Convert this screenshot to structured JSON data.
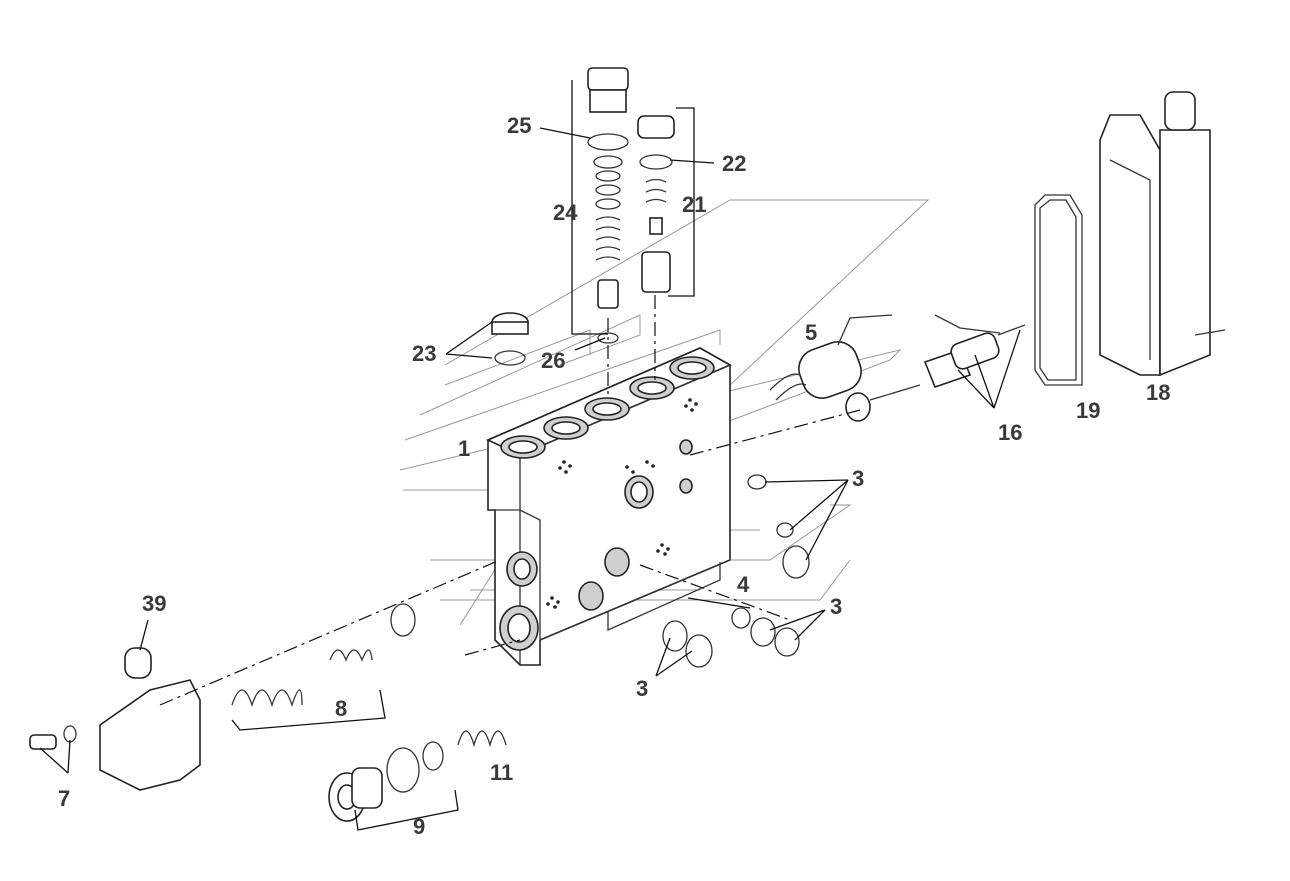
{
  "callouts": {
    "c1": "1",
    "c3a": "3",
    "c3b": "3",
    "c3c": "3",
    "c4": "4",
    "c5": "5",
    "c7": "7",
    "c8": "8",
    "c9": "9",
    "c11": "11",
    "c16": "16",
    "c18": "18",
    "c19": "19",
    "c21": "21",
    "c22": "22",
    "c23": "23",
    "c24": "24",
    "c25": "25",
    "c26": "26",
    "c39": "39"
  }
}
